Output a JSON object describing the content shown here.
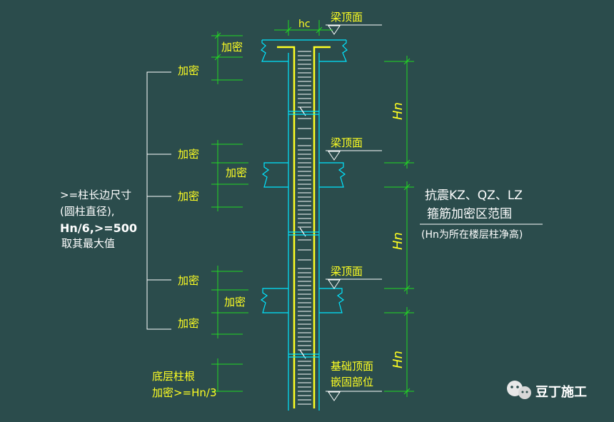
{
  "colors": {
    "background": "#2b4c4c",
    "cyan": "#00e5ff",
    "green": "#22d822",
    "yellow": "#f2f20a",
    "white": "#ffffff",
    "column": "#ffff22"
  },
  "labels": {
    "hc": "hc",
    "beam_top_1": "梁顶面",
    "beam_top_2": "梁顶面",
    "beam_top_3": "梁顶面",
    "dense_top_node": "加密",
    "dense_1": "加密",
    "dense_2": "加密",
    "dense_node_2": "加密",
    "dense_3": "加密",
    "dense_4": "加密",
    "dense_node_3": "加密",
    "dense_5": "加密",
    "hn_1": "Hn",
    "hn_2": "Hn",
    "hn_3": "Hn",
    "foundation_line1": "基础顶面",
    "foundation_line2": "嵌固部位",
    "bottom_line1": "底层柱根",
    "bottom_line2": "加密>=Hn/3"
  },
  "rule_text": {
    "line1": ">=柱长边尺寸",
    "line2": "(圆柱直径),",
    "line3": "Hn/6,>=500",
    "line4": "取其最大值"
  },
  "title_block": {
    "line1": "抗震KZ、QZ、LZ",
    "line2": "箍筋加密区范围",
    "note": "(Hn为所在楼层柱净高)"
  },
  "watermark": {
    "icon": "wechat-icon",
    "text": "豆丁施工"
  }
}
